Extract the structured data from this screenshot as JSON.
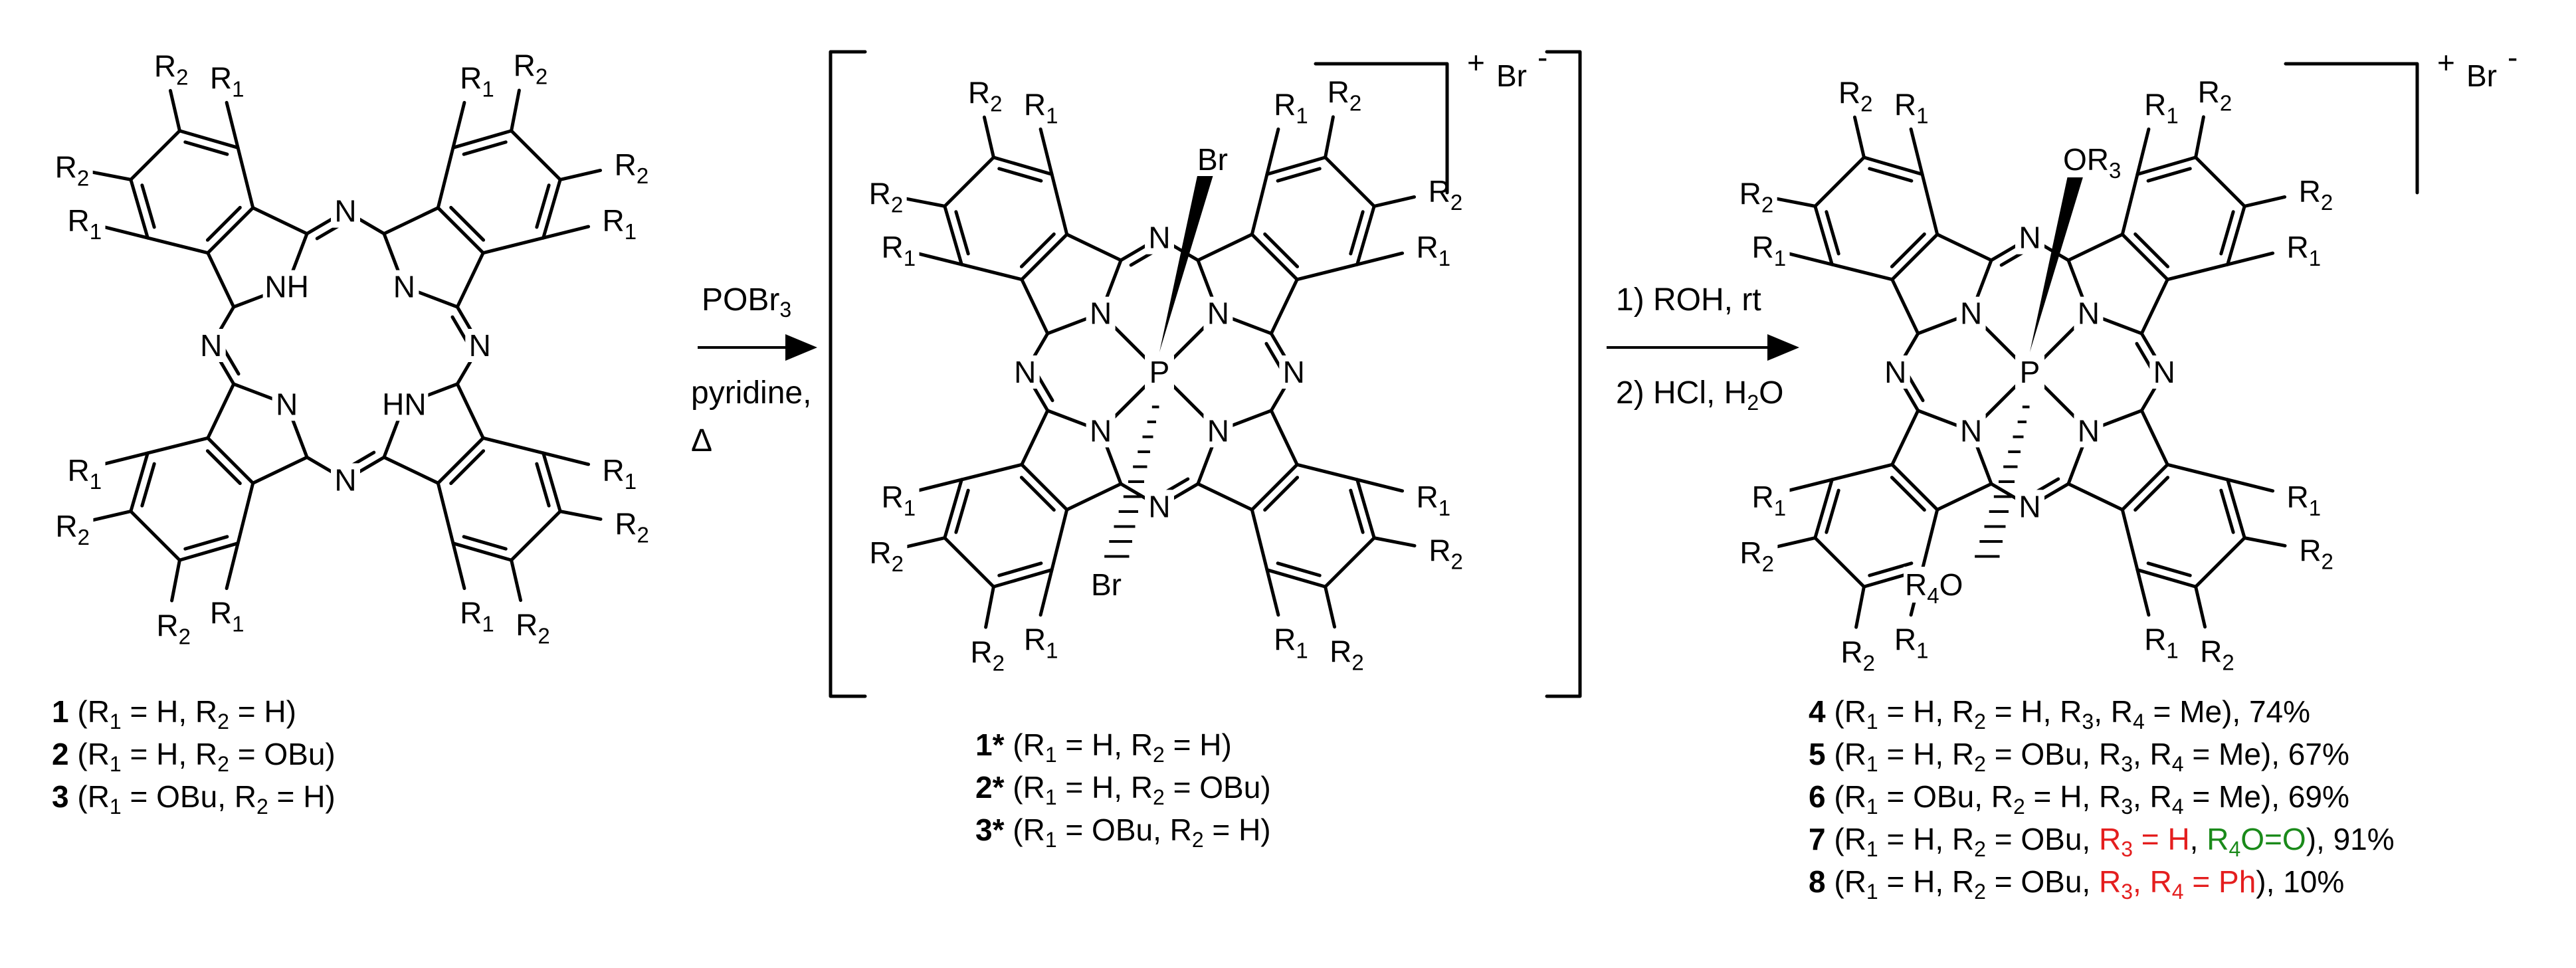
{
  "colors": {
    "red": "#e41e1e",
    "green": "#1a8a1a"
  },
  "atoms": {
    "N": "N",
    "NH": "NH",
    "HN": "HN",
    "P": "P",
    "Br": "Br",
    "R1": "R",
    "R2": "R",
    "s1": "1",
    "s2": "2",
    "OR3": "OR",
    "s3": "3",
    "R4O_R": "R",
    "R4O_4": "4",
    "R4O_O": "O",
    "plus": "+",
    "BrMinus": "Br",
    "minus": "-"
  },
  "step1": {
    "reagent": "POBr",
    "reagent_sub": "3",
    "line2": "pyridine,",
    "line3": "Δ"
  },
  "step2": {
    "line1": "1) ROH, rt",
    "line2_pre": "2) HCl, H",
    "line2_sub": "2",
    "line2_post": "O"
  },
  "captions_left": [
    {
      "num": "1",
      "text_html": " (R<sub>1</sub> = H, R<sub>2</sub> = H)"
    },
    {
      "num": "2",
      "text_html": " (R<sub>1</sub> = H, R<sub>2</sub> = OBu)"
    },
    {
      "num": "3",
      "text_html": " (R<sub>1</sub> = OBu, R<sub>2</sub> = H)"
    }
  ],
  "captions_mid": [
    {
      "num": "1*",
      "text_html": " (R<sub>1</sub> = H, R<sub>2</sub> = H)"
    },
    {
      "num": "2*",
      "text_html": " (R<sub>1</sub> = H, R<sub>2</sub> = OBu)"
    },
    {
      "num": "3*",
      "text_html": " (R<sub>1</sub> = OBu, R<sub>2</sub> = H)"
    }
  ],
  "captions_right": [
    {
      "num": "4",
      "text_html": " (R<sub>1</sub> = H, R<sub>2</sub> = H, R<sub>3</sub>, R<sub>4</sub> = Me), 74%"
    },
    {
      "num": "5",
      "text_html": " (R<sub>1</sub> = H, R<sub>2</sub> = OBu, R<sub>3</sub>, R<sub>4</sub> = Me), 67%"
    },
    {
      "num": "6",
      "text_html": " (R<sub>1</sub> = OBu, R<sub>2</sub> = H, R<sub>3</sub>, R<sub>4</sub> = Me), 69%"
    },
    {
      "num": "7",
      "text_html": " (R<sub>1</sub> = H, R<sub>2</sub> = OBu, <span class=\"red\">R<sub>3</sub> = H</span>, <span class=\"green\">R<sub>4</sub>O=O</span>), 91%"
    },
    {
      "num": "8",
      "text_html": " (R<sub>1</sub> = H, R<sub>2</sub> = OBu, <span class=\"red\">R<sub>3</sub>, R<sub>4</sub> = Ph</span>), 10%"
    }
  ]
}
